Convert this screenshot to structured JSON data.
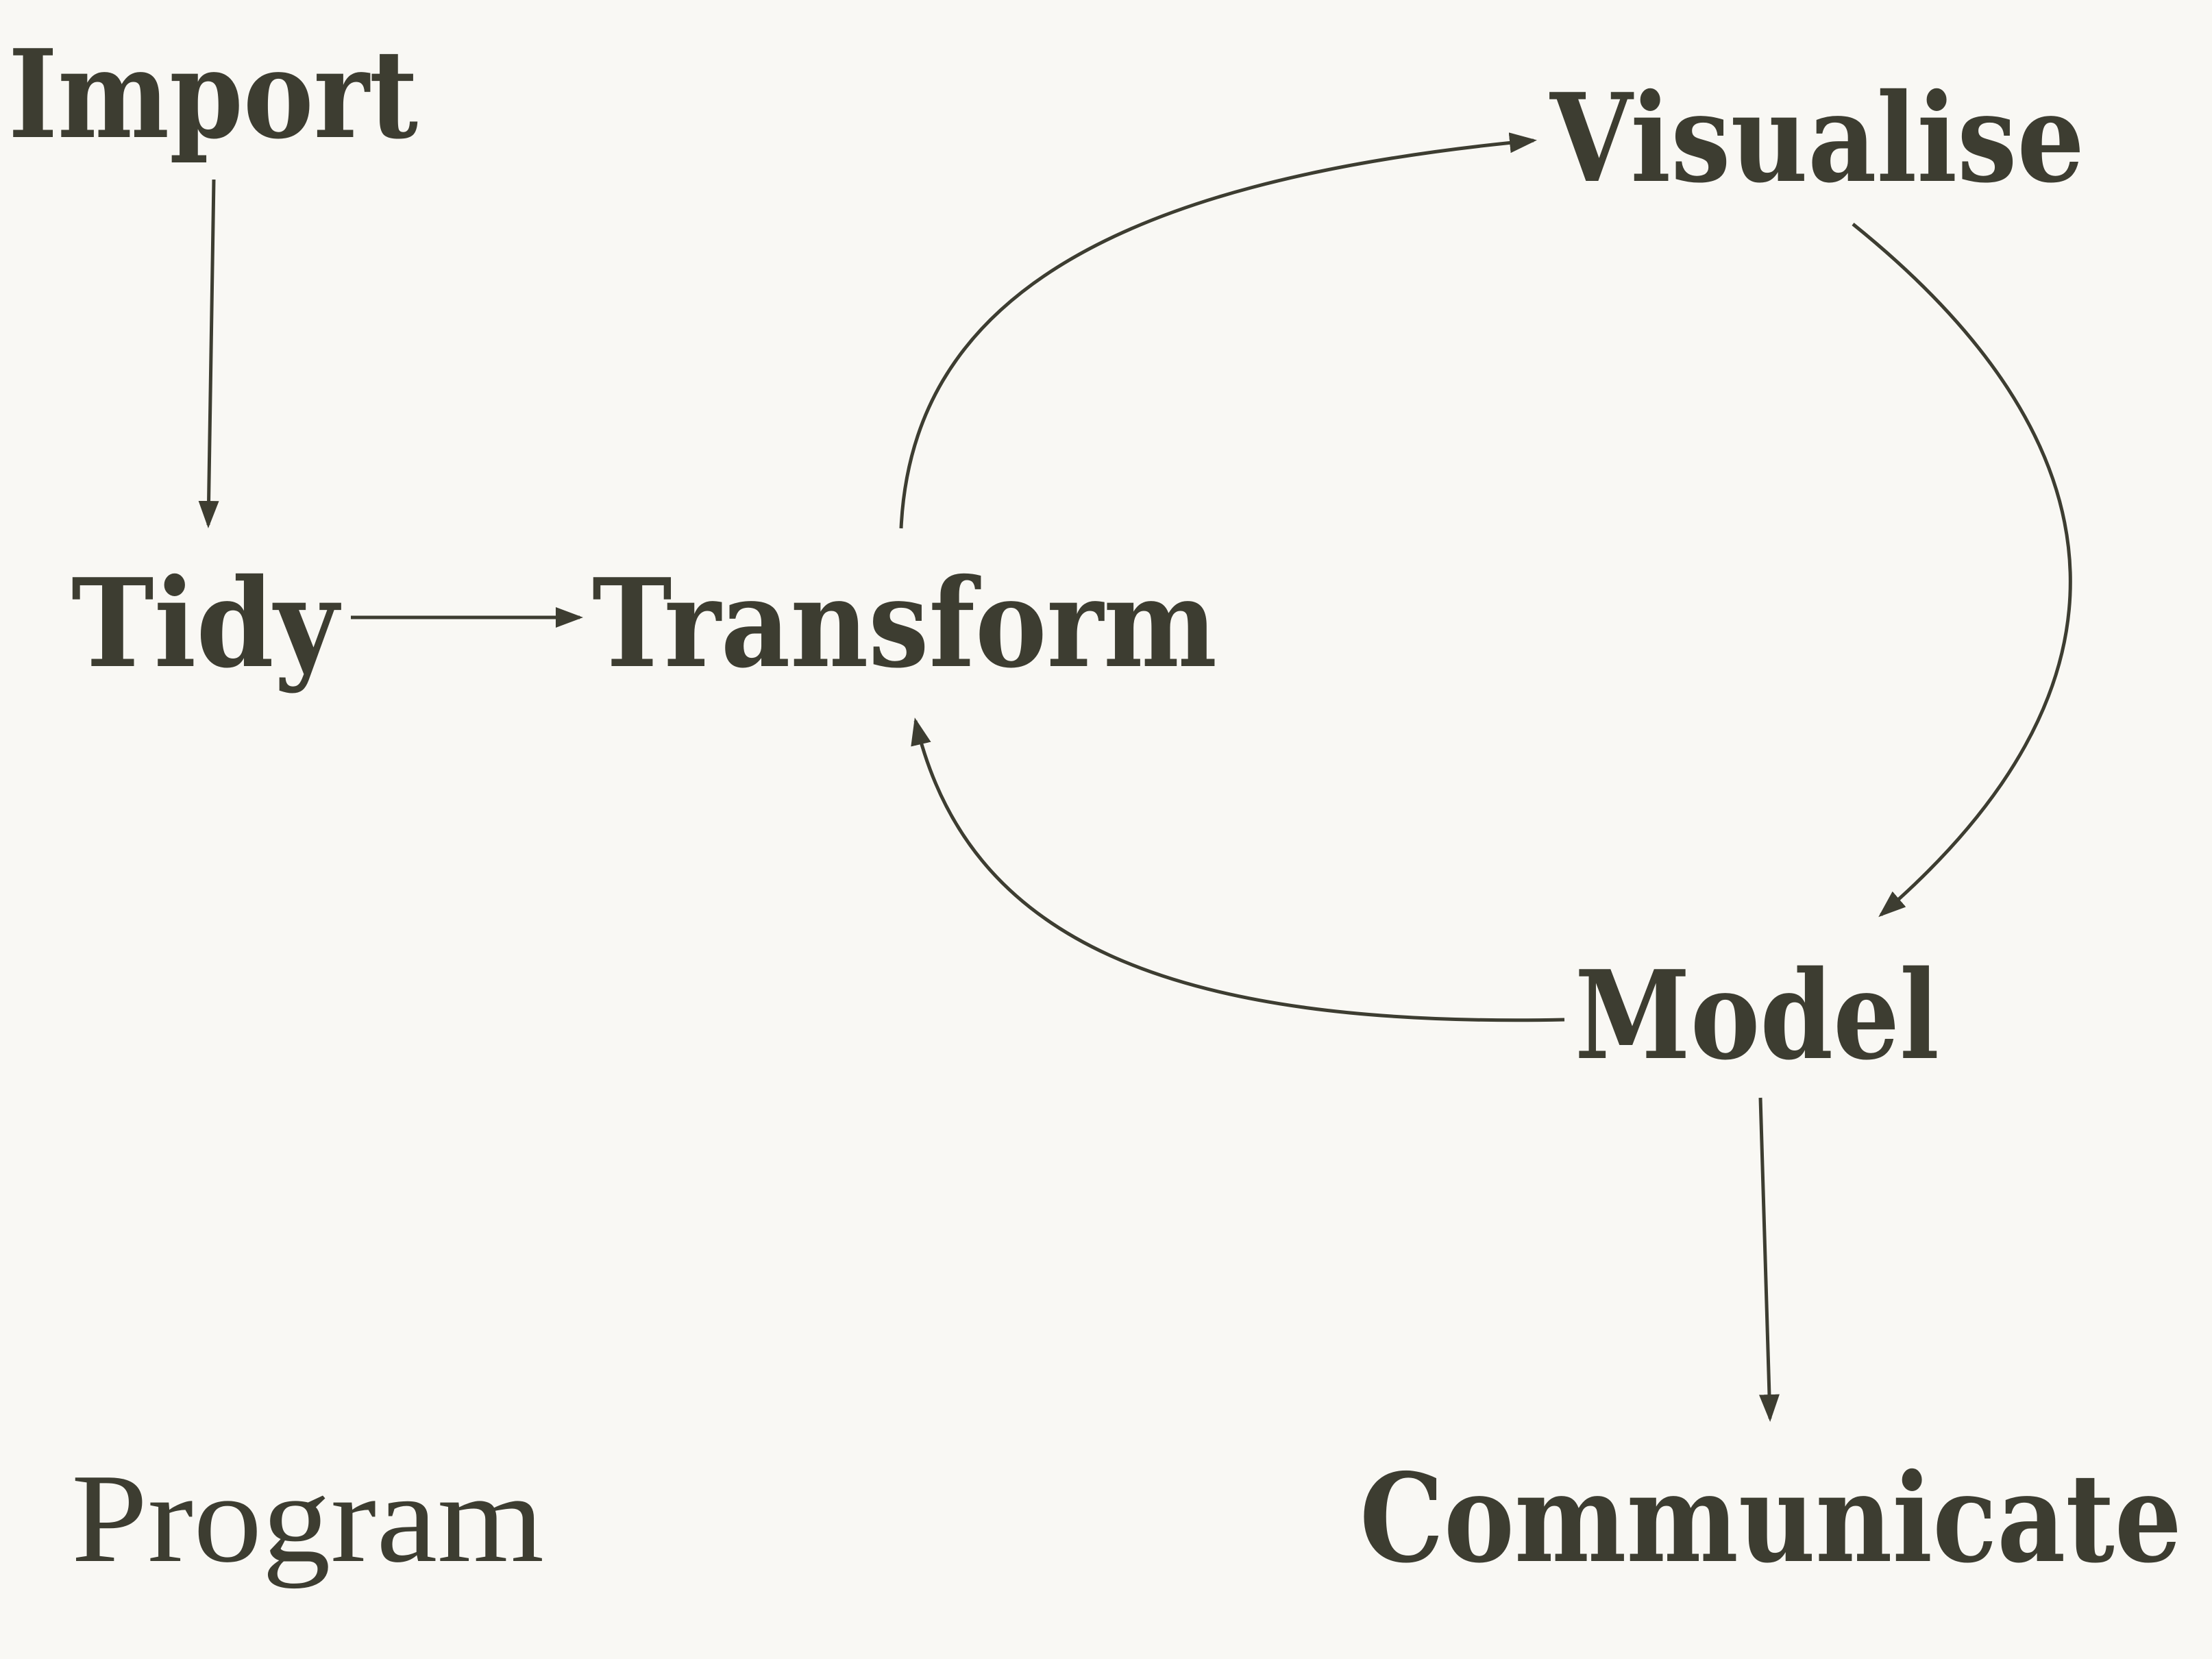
{
  "diagram": {
    "nodes": {
      "import": "Import",
      "tidy": "Tidy",
      "transform": "Transform",
      "visualise": "Visualise",
      "model": "Model",
      "communicate": "Communicate"
    },
    "caption": "Program",
    "edges": [
      {
        "from": "Import",
        "to": "Tidy"
      },
      {
        "from": "Tidy",
        "to": "Transform"
      },
      {
        "from": "Transform",
        "to": "Visualise"
      },
      {
        "from": "Visualise",
        "to": "Model"
      },
      {
        "from": "Model",
        "to": "Transform"
      },
      {
        "from": "Model",
        "to": "Communicate"
      }
    ],
    "colors": {
      "background": "#f9f8f4",
      "ink": "#3d3d31"
    }
  }
}
